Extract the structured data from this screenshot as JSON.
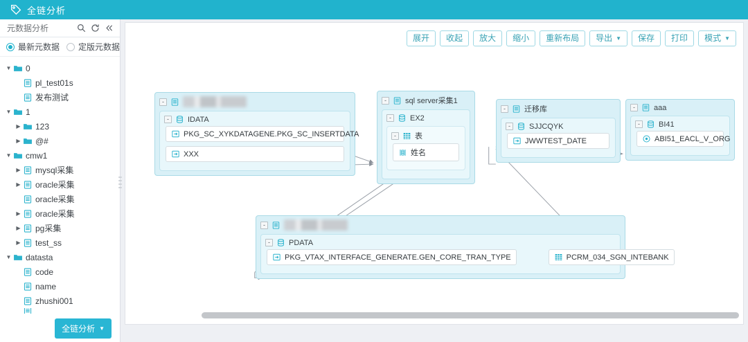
{
  "appbar": {
    "title": "全链分析",
    "icon": "tag-icon",
    "bg": "#21b3cd"
  },
  "sidebar": {
    "header": {
      "title": "元数据分析",
      "icons": [
        "search-icon",
        "refresh-icon",
        "collapse-left-icon"
      ]
    },
    "radios": [
      {
        "label": "最新元数据",
        "selected": true
      },
      {
        "label": "定版元数据",
        "selected": false
      }
    ],
    "tree": [
      {
        "label": "0",
        "type": "folder",
        "indent": 0,
        "expanded": true,
        "caret": "down"
      },
      {
        "label": "pl_test01s",
        "type": "doc",
        "indent": 1,
        "caret": "none"
      },
      {
        "label": "发布测试",
        "type": "doc",
        "indent": 1,
        "caret": "none"
      },
      {
        "label": "1",
        "type": "folder",
        "indent": 0,
        "expanded": true,
        "caret": "down"
      },
      {
        "label": "123",
        "type": "folder",
        "indent": 1,
        "expanded": false,
        "caret": "right"
      },
      {
        "label": "@#",
        "type": "folder",
        "indent": 1,
        "expanded": false,
        "caret": "right"
      },
      {
        "label": "cmw1",
        "type": "folder",
        "indent": 0,
        "expanded": true,
        "caret": "down"
      },
      {
        "label": "mysql采集",
        "type": "doc",
        "indent": 1,
        "caret": "right"
      },
      {
        "label": "oracle采集",
        "type": "doc",
        "indent": 1,
        "caret": "right"
      },
      {
        "label": "oracle采集",
        "type": "doc",
        "indent": 1,
        "caret": "none"
      },
      {
        "label": "oracle采集",
        "type": "doc",
        "indent": 1,
        "caret": "right"
      },
      {
        "label": "pg采集",
        "type": "doc",
        "indent": 1,
        "caret": "right"
      },
      {
        "label": "test_ss",
        "type": "doc",
        "indent": 1,
        "caret": "right"
      },
      {
        "label": "datasta",
        "type": "folder",
        "indent": 0,
        "expanded": true,
        "caret": "down"
      },
      {
        "label": "code",
        "type": "doc",
        "indent": 1,
        "caret": "none"
      },
      {
        "label": "name",
        "type": "doc",
        "indent": 1,
        "caret": "none"
      },
      {
        "label": "zhushi001",
        "type": "doc",
        "indent": 1,
        "caret": "none"
      }
    ],
    "footer_button": {
      "label": "全链分析",
      "caret": "▼"
    }
  },
  "toolbar": {
    "buttons": [
      {
        "label": "展开",
        "caret": ""
      },
      {
        "label": "收起",
        "caret": ""
      },
      {
        "label": "放大",
        "caret": ""
      },
      {
        "label": "缩小",
        "caret": ""
      },
      {
        "label": "重新布局",
        "caret": ""
      },
      {
        "label": "导出",
        "caret": "▼"
      },
      {
        "label": "保存",
        "caret": ""
      },
      {
        "label": "打印",
        "caret": ""
      },
      {
        "label": "模式",
        "caret": "▼"
      }
    ]
  },
  "diagram": {
    "groups": [
      {
        "id": "g1",
        "title": "",
        "redacted": true,
        "icon": "doc-icon",
        "sub": {
          "title": "IDATA",
          "icon": "database-icon"
        },
        "leaves": [
          {
            "label": "PKG_SC_XYKDATAGENE.PKG_SC_INSERTDATA",
            "icon": "procedure-icon"
          },
          {
            "label": "XXX",
            "icon": "procedure-icon"
          }
        ]
      },
      {
        "id": "g2",
        "title": "sql server采集1",
        "redacted": false,
        "icon": "doc-icon",
        "sub": {
          "title": "EX2",
          "icon": "database-icon"
        },
        "sub2": {
          "title": "表",
          "icon": "table-icon"
        },
        "leaves": [
          {
            "label": "姓名",
            "icon": "column-icon"
          }
        ]
      },
      {
        "id": "g3",
        "title": "迁移库",
        "redacted": false,
        "icon": "doc-icon",
        "sub": {
          "title": "SJJCQYK",
          "icon": "database-icon"
        },
        "leaves": [
          {
            "label": "JWWTEST_DATE",
            "icon": "procedure-icon"
          }
        ]
      },
      {
        "id": "g4",
        "title": "aaa",
        "redacted": false,
        "icon": "doc-icon",
        "sub": {
          "title": "BI41",
          "icon": "database-icon"
        },
        "leaves": [
          {
            "label": "ABI51_EACL_V_ORG",
            "icon": "view-icon"
          }
        ]
      },
      {
        "id": "g5",
        "title": "",
        "redacted": true,
        "icon": "doc-icon",
        "sub": {
          "title": "PDATA",
          "icon": "database-icon"
        },
        "leaves": [
          {
            "label": "PKG_VTAX_INTERFACE_GENERATE.GEN_CORE_TRAN_TYPE",
            "icon": "procedure-icon"
          },
          {
            "label": "PCRM_034_SGN_INTEBANK",
            "icon": "table-icon"
          }
        ]
      }
    ]
  },
  "scrollbar": {
    "orientation": "horizontal"
  }
}
